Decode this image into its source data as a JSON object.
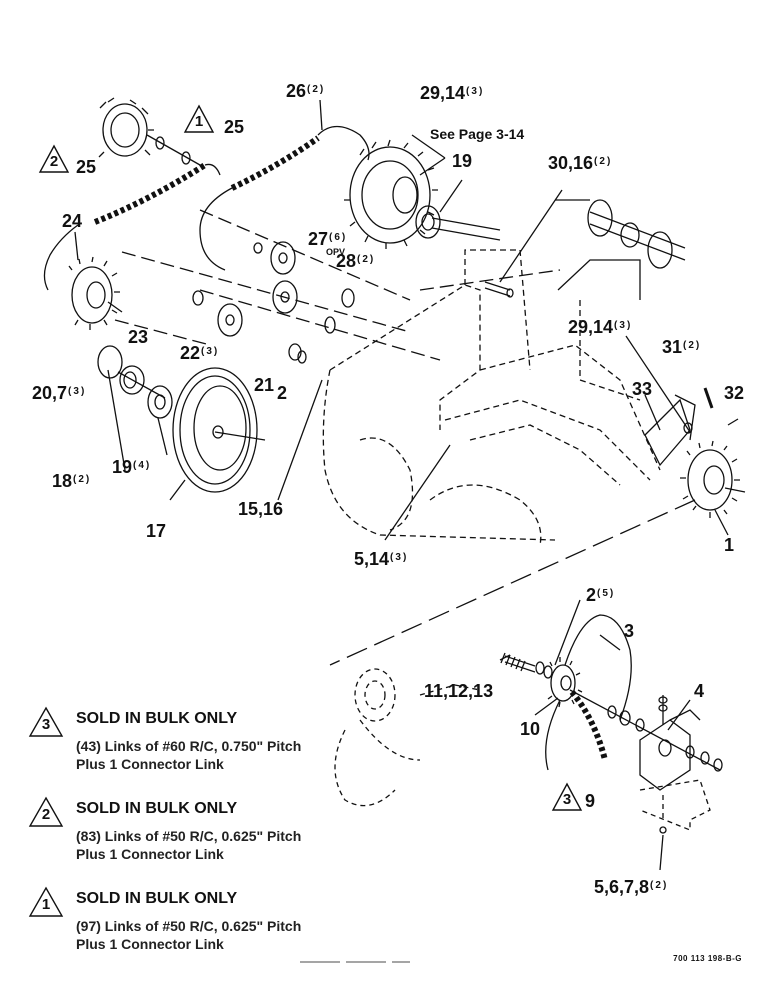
{
  "callouts": [
    {
      "id": "c26",
      "label": "26",
      "qty": "(2)"
    },
    {
      "id": "c29a",
      "label": "29,14",
      "qty": "(3)"
    },
    {
      "id": "c25a",
      "label": "25",
      "qty": ""
    },
    {
      "id": "c25b",
      "label": "25",
      "qty": ""
    },
    {
      "id": "c19a",
      "label": "19",
      "qty": ""
    },
    {
      "id": "c30",
      "label": "30,16",
      "qty": "(2)"
    },
    {
      "id": "c24",
      "label": "24",
      "qty": ""
    },
    {
      "id": "c27",
      "label": "27",
      "qty": "(6)"
    },
    {
      "id": "c28",
      "label": "28",
      "qty": "(2)"
    },
    {
      "id": "c23",
      "label": "23",
      "qty": ""
    },
    {
      "id": "c29b",
      "label": "29,14",
      "qty": "(3)"
    },
    {
      "id": "c31",
      "label": "31",
      "qty": "(2)"
    },
    {
      "id": "c22",
      "label": "22",
      "qty": "(3)"
    },
    {
      "id": "c32",
      "label": "32",
      "qty": ""
    },
    {
      "id": "c20",
      "label": "20,7",
      "qty": "(3)"
    },
    {
      "id": "c21",
      "label": "21",
      "qty": ""
    },
    {
      "id": "c2a",
      "label": "2",
      "qty": ""
    },
    {
      "id": "c33",
      "label": "33",
      "qty": ""
    },
    {
      "id": "c18",
      "label": "18",
      "qty": "(2)"
    },
    {
      "id": "c19b",
      "label": "19",
      "qty": "(4)"
    },
    {
      "id": "c15",
      "label": "15,16",
      "qty": ""
    },
    {
      "id": "c17",
      "label": "17",
      "qty": ""
    },
    {
      "id": "c5a",
      "label": "5,14",
      "qty": "(3)"
    },
    {
      "id": "c1",
      "label": "1",
      "qty": ""
    },
    {
      "id": "c2b",
      "label": "2",
      "qty": "(5)"
    },
    {
      "id": "c3",
      "label": "3",
      "qty": ""
    },
    {
      "id": "c11",
      "label": "11,12,13",
      "qty": ""
    },
    {
      "id": "c4",
      "label": "4",
      "qty": ""
    },
    {
      "id": "c10",
      "label": "10",
      "qty": ""
    },
    {
      "id": "c9",
      "label": "9",
      "qty": ""
    },
    {
      "id": "c5b",
      "label": "5,6,7,8",
      "qty": "(2)"
    }
  ],
  "opv": "OPV",
  "see_page": "See Page 3-14",
  "flags": {
    "flag1": "1",
    "flag2": "2",
    "flag3": "3"
  },
  "notes": [
    {
      "num": "3",
      "title": "SOLD IN BULK ONLY",
      "line1": "(43) Links of #60 R/C, 0.750\" Pitch",
      "line2": "Plus 1 Connector Link"
    },
    {
      "num": "2",
      "title": "SOLD IN BULK ONLY",
      "line1": "(83) Links of #50 R/C, 0.625\" Pitch",
      "line2": "Plus 1 Connector Link"
    },
    {
      "num": "1",
      "title": "SOLD IN BULK ONLY",
      "line1": "(97) Links of #50 R/C, 0.625\" Pitch",
      "line2": "Plus 1 Connector Link"
    }
  ],
  "drawing_code": "700 113 198-B-G"
}
